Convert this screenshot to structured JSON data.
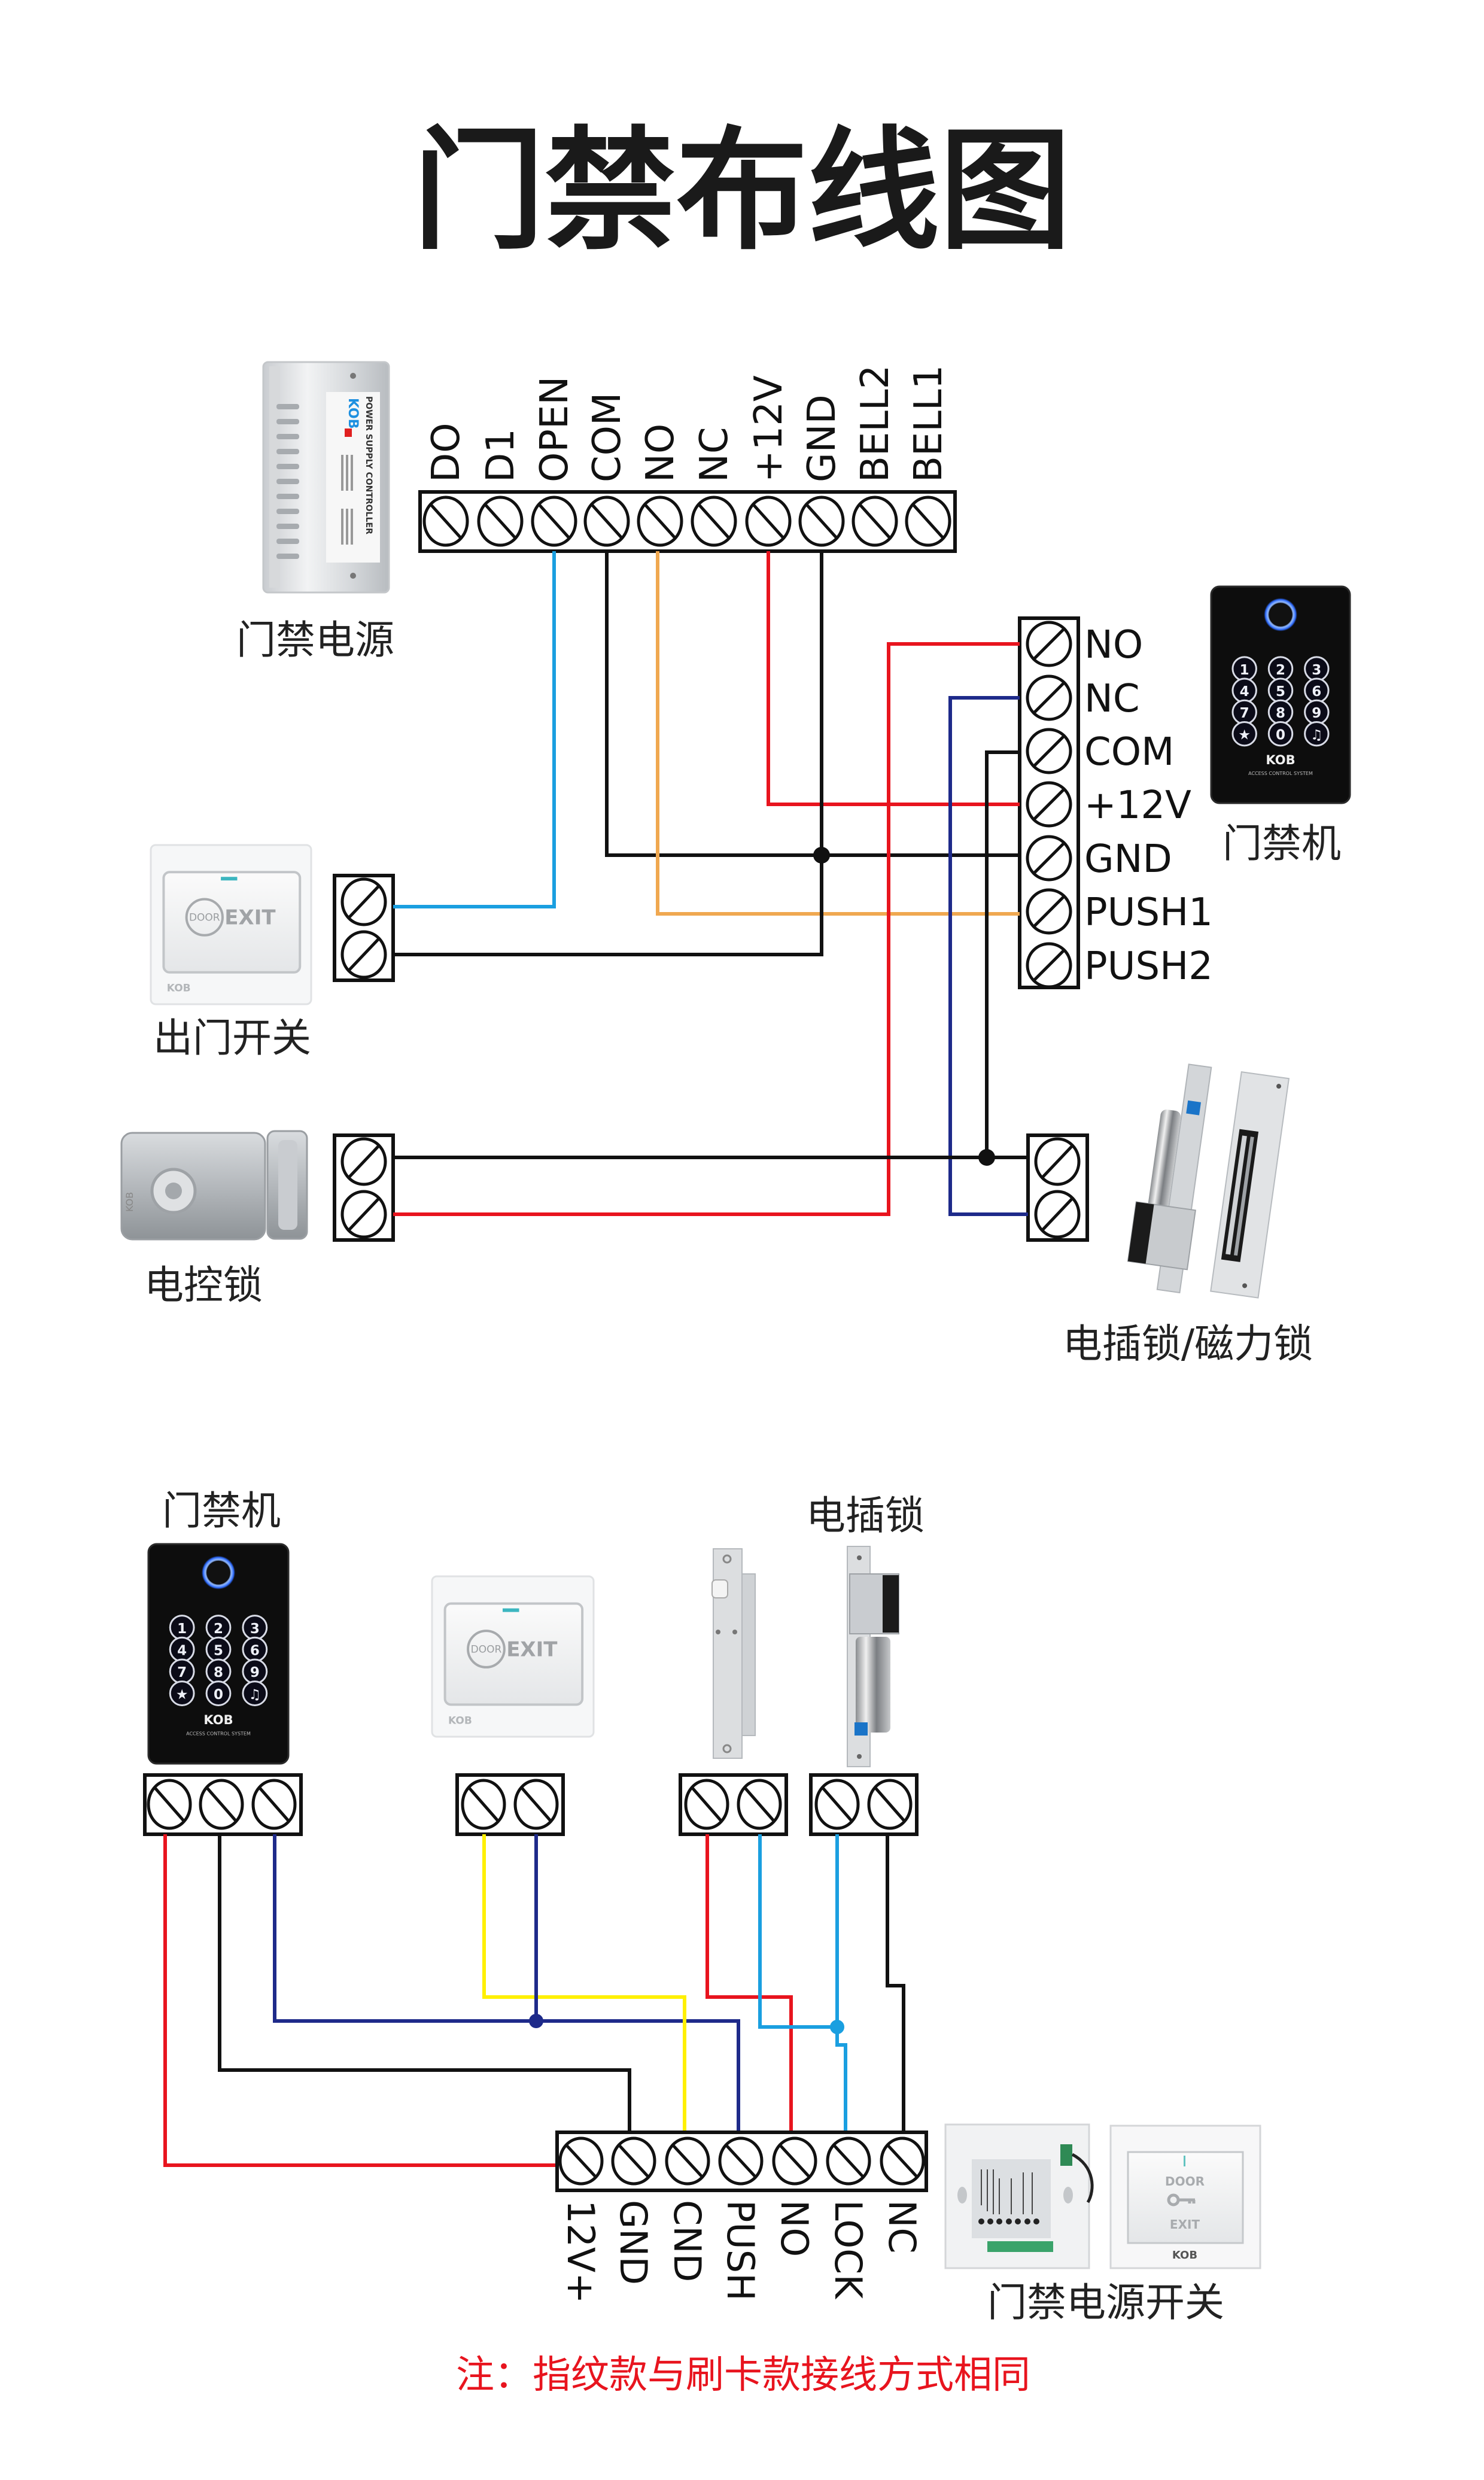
{
  "title": "门禁布线图",
  "colors": {
    "red": "#e8141e",
    "black": "#111111",
    "blue": "#1a9fe0",
    "orange": "#f0a850",
    "navy": "#1e2a8a",
    "yellow": "#fff000",
    "cyan": "#1a9fe0",
    "note_red": "#e8141e"
  },
  "diagram1": {
    "devices": {
      "power_supply": {
        "label": "门禁电源",
        "brand": "KOB",
        "product_text": "POWER SUPPLY CONTROLLER"
      },
      "reader": {
        "label": "门禁机",
        "brand": "KOB",
        "subtext": "ACCESS CONTROL SYSTEM",
        "keys": [
          "1",
          "2",
          "3",
          "4",
          "5",
          "6",
          "7",
          "8",
          "9",
          "★",
          "0",
          "♫"
        ]
      },
      "exit_switch": {
        "label": "出门开关",
        "button_text_door": "DOOR",
        "button_text_exit": "EXIT",
        "brand": "KOB"
      },
      "electric_lock": {
        "label": "电控锁",
        "brand": "KOB"
      },
      "bolt_mag_lock": {
        "label": "电插锁/磁力锁"
      }
    },
    "power_terminals": [
      "DO",
      "D1",
      "OPEN",
      "COM",
      "NO",
      "NC",
      "+12V",
      "GND",
      "BELL2",
      "BELL1"
    ],
    "reader_terminals": [
      "NO",
      "NC",
      "COM",
      "+12V",
      "GND",
      "PUSH1",
      "PUSH2"
    ],
    "connections": [
      {
        "from": "power.OPEN",
        "to": "exit_switch.1",
        "color": "blue"
      },
      {
        "from": "power.GND",
        "to": "exit_switch.2",
        "color": "black"
      },
      {
        "from": "power.COM",
        "to": "reader.GND",
        "color": "black"
      },
      {
        "from": "power.NO",
        "to": "reader.PUSH1",
        "color": "orange"
      },
      {
        "from": "power.+12V",
        "to": "reader.+12V",
        "color": "red"
      },
      {
        "from": "power.GND",
        "to": "reader.GND",
        "color": "black"
      },
      {
        "from": "reader.NO",
        "to": "electric_lock.2",
        "color": "red"
      },
      {
        "from": "reader.NC",
        "to": "bolt_mag_lock.2",
        "color": "navy"
      },
      {
        "from": "reader.COM",
        "to": "electric_lock.1 / bolt_mag_lock.1",
        "color": "black"
      }
    ]
  },
  "diagram2": {
    "devices": {
      "reader": {
        "label": "门禁机",
        "brand": "KOB",
        "subtext": "ACCESS CONTROL SYSTEM",
        "keys": [
          "1",
          "2",
          "3",
          "4",
          "5",
          "6",
          "7",
          "8",
          "9",
          "★",
          "0",
          "♫"
        ]
      },
      "exit_switch": {
        "button_text_door": "DOOR",
        "button_text_exit": "EXIT",
        "brand": "KOB"
      },
      "bolt_lock": {
        "label": "电插锁"
      },
      "power_switch": {
        "label": "门禁电源开关",
        "button_text_door": "DOOR",
        "button_text_exit": "EXIT",
        "brand": "KOB"
      }
    },
    "power_terminals": [
      "12V+",
      "GND",
      "CND",
      "PUSH",
      "NO",
      "LOCK",
      "NC"
    ],
    "connections": [
      {
        "from": "reader.1",
        "to": "power.12V+",
        "color": "red"
      },
      {
        "from": "reader.2",
        "to": "power.GND",
        "color": "black"
      },
      {
        "from": "reader.3",
        "to": "power.PUSH",
        "color": "navy"
      },
      {
        "from": "exit_switch.1",
        "to": "power.CND",
        "color": "yellow"
      },
      {
        "from": "exit_switch.2",
        "to": "power.PUSH",
        "color": "navy"
      },
      {
        "from": "bolt_lock_a.1",
        "to": "power.NO",
        "color": "red"
      },
      {
        "from": "bolt_lock_a.2",
        "to": "power.LOCK",
        "color": "cyan"
      },
      {
        "from": "bolt_lock_b.1",
        "to": "power.LOCK",
        "color": "cyan"
      },
      {
        "from": "bolt_lock_b.2",
        "to": "power.NC",
        "color": "black"
      }
    ]
  },
  "note": "注：指纹款与刷卡款接线方式相同"
}
